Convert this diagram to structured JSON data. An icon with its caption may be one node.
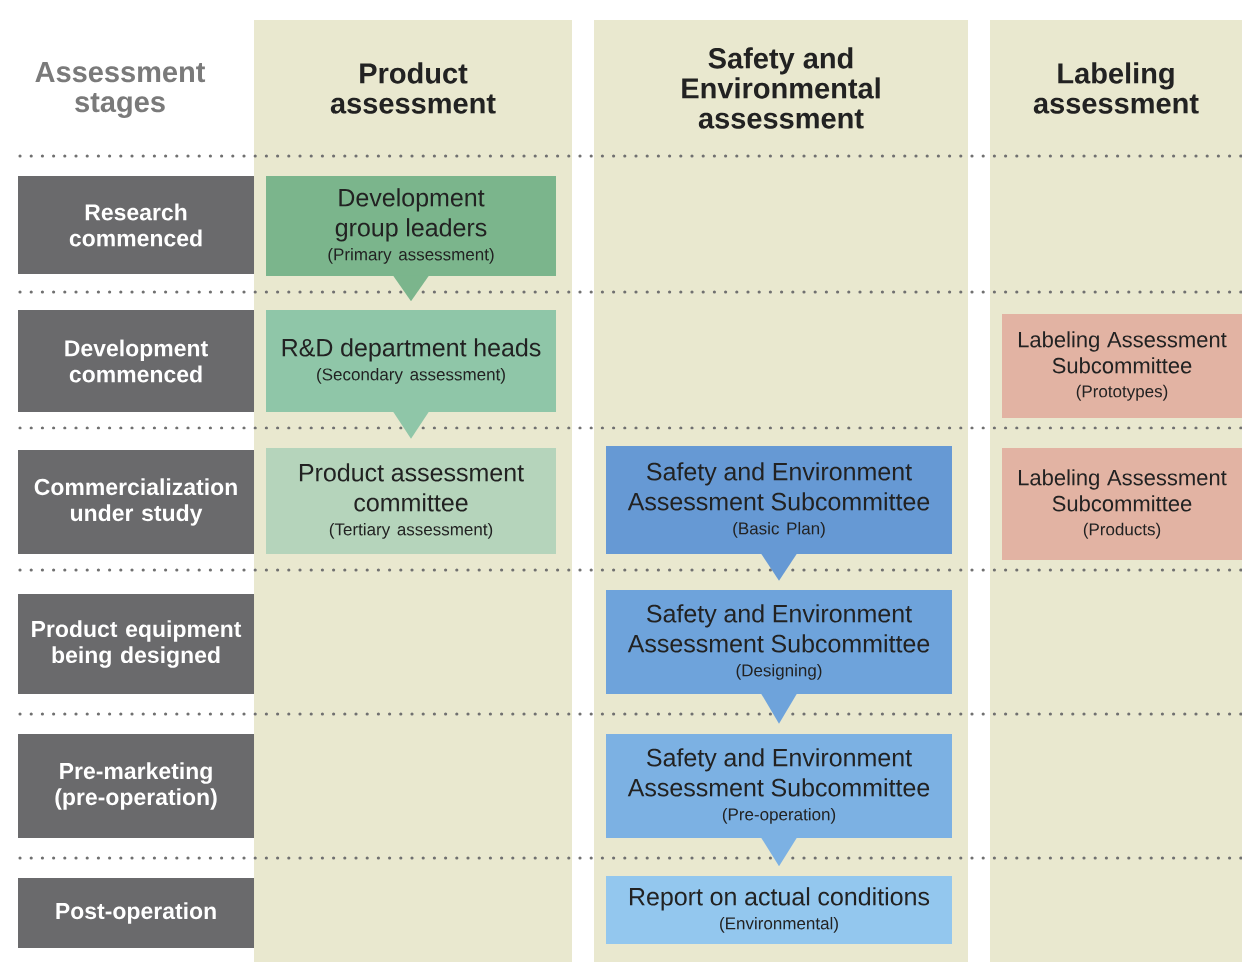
{
  "diagram": {
    "nodes": [
      {
        "text": [
          "Product assessment"
        ]
      },
      {
        "text": [
          "Safety and Environmental assessment"
        ]
      },
      {
        "text": [
          "Labeling assessment"
        ]
      },
      {
        "text": [
          "Research commenced"
        ]
      },
      {
        "text": [
          "Development commenced"
        ]
      },
      {
        "text": [
          "Commercialization under study"
        ]
      },
      {
        "text": [
          "Product equipment being designed"
        ]
      },
      {
        "text": [
          "Pre-marketing (pre-operation)"
        ]
      },
      {
        "text": [
          "Post-operation"
        ]
      },
      {
        "text": [
          "Development group leaders",
          "(Primary assessment)"
        ],
        "in": 0
      },
      {
        "text": [
          "R&D department heads",
          "(Secondary assessment)"
        ],
        "in": 0
      },
      {
        "text": [
          "Product assessment committee",
          "(Tertiary assessment)"
        ],
        "in": 0
      },
      {
        "text": [
          "Safety and Environment Assessment Subcommittee",
          "(Basic Plan)"
        ],
        "in": 1
      },
      {
        "text": [
          "Safety and Environment Assessment Subcommittee",
          "(Designing)"
        ],
        "in": 1
      },
      {
        "text": [
          "Safety and Environment Assessment Subcommittee",
          "(Pre-operation)"
        ],
        "in": 1
      },
      {
        "text": [
          "Report on actual conditions",
          "(Environmental)"
        ],
        "in": 1
      },
      {
        "text": [
          "Labeling Assessment Subcommittee",
          "(Prototypes)"
        ],
        "in": 2
      },
      {
        "text": [
          "Labeling Assessment Subcommittee",
          "(Products)"
        ],
        "in": 2
      }
    ],
    "edges": [
      {
        "from": 9,
        "to": 10,
        "arrow": "to"
      },
      {
        "from": 10,
        "to": 11,
        "arrow": "to"
      },
      {
        "from": 12,
        "to": 13,
        "arrow": "to"
      },
      {
        "from": 13,
        "to": 14,
        "arrow": "to"
      },
      {
        "from": 14,
        "to": 15,
        "arrow": "to"
      }
    ],
    "labels": [
      "Assessment stages"
    ]
  }
}
